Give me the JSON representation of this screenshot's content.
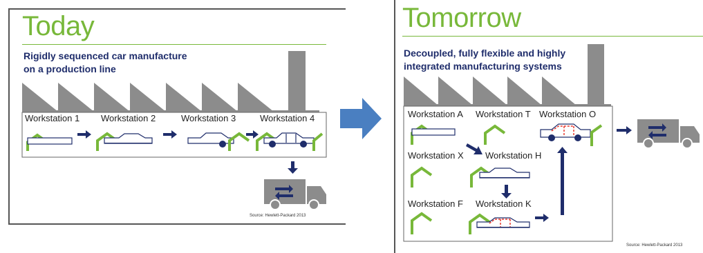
{
  "today": {
    "title": "Today",
    "subtitle_line1": "Rigidly sequenced car manufacture",
    "subtitle_line2": "on a production line",
    "workstations": [
      "Workstation 1",
      "Workstation 2",
      "Workstation 3",
      "Workstation 4"
    ],
    "source": "Source: Hewlett-Packard 2013"
  },
  "tomorrow": {
    "title": "Tomorrow",
    "subtitle_line1": "Decoupled, fully flexible and highly",
    "subtitle_line2": "integrated manufacturing systems",
    "workstations": {
      "a": "Workstation A",
      "t": "Workstation T",
      "o": "Workstation O",
      "x": "Workstation X",
      "h": "Workstation H",
      "f": "Workstation F",
      "k": "Workstation K"
    },
    "source": "Source: Hewlett-Packard 2013"
  },
  "colors": {
    "green": "#78b83a",
    "navy": "#1f2d6b",
    "gray": "#8c8c8c",
    "red": "#e8382e",
    "arrow_blue": "#4a7fc1"
  }
}
